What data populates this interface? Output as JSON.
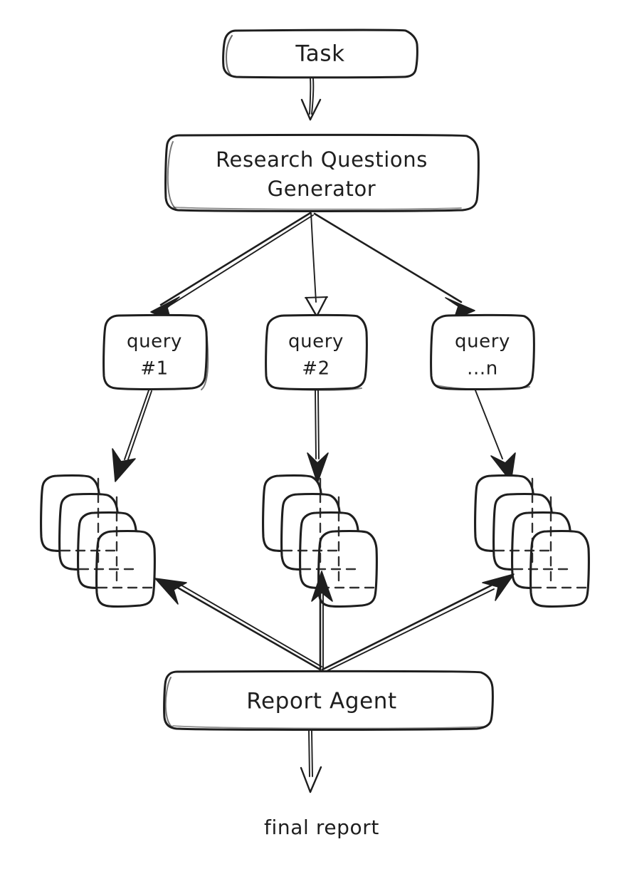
{
  "diagram": {
    "title": "Research agent pipeline flowchart",
    "style": "hand-drawn sketch",
    "background_color": "#ffffff",
    "stroke_color": "#1e1e1e",
    "text_color": "#1e1e1e"
  },
  "nodes": {
    "task": {
      "label": "Task",
      "shape": "rounded-rectangle"
    },
    "generator": {
      "label_line1": "Research Questions",
      "label_line2": "Generator",
      "shape": "rounded-rectangle"
    },
    "query1": {
      "label_line1": "query",
      "label_line2": "#1",
      "shape": "rounded-square"
    },
    "query2": {
      "label_line1": "query",
      "label_line2": "#2",
      "shape": "rounded-square"
    },
    "queryn": {
      "label_line1": "query",
      "label_line2": "...n",
      "shape": "rounded-square"
    },
    "results1": {
      "name": "result-stack-1",
      "card_count": 4
    },
    "results2": {
      "name": "result-stack-2",
      "card_count": 4
    },
    "resultsn": {
      "name": "result-stack-n",
      "card_count": 4
    },
    "report_agent": {
      "label": "Report Agent",
      "shape": "rounded-rectangle"
    },
    "final_report": {
      "label": "final report",
      "shape": "free-text"
    }
  },
  "edges": [
    {
      "from": "task",
      "to": "generator",
      "arrowhead": "open-v"
    },
    {
      "from": "generator",
      "to": "query1",
      "arrowhead": "filled-triangle"
    },
    {
      "from": "generator",
      "to": "query2",
      "arrowhead": "open-v"
    },
    {
      "from": "generator",
      "to": "queryn",
      "arrowhead": "filled-triangle"
    },
    {
      "from": "query1",
      "to": "results1",
      "arrowhead": "filled-triangle"
    },
    {
      "from": "query2",
      "to": "results2",
      "arrowhead": "filled-triangle"
    },
    {
      "from": "queryn",
      "to": "resultsn",
      "arrowhead": "filled-triangle"
    },
    {
      "from": "report_agent",
      "to": "results1",
      "arrowhead": "filled-triangle"
    },
    {
      "from": "report_agent",
      "to": "results2",
      "arrowhead": "filled-triangle"
    },
    {
      "from": "report_agent",
      "to": "resultsn",
      "arrowhead": "filled-triangle"
    },
    {
      "from": "report_agent",
      "to": "final_report",
      "arrowhead": "open-v"
    }
  ]
}
